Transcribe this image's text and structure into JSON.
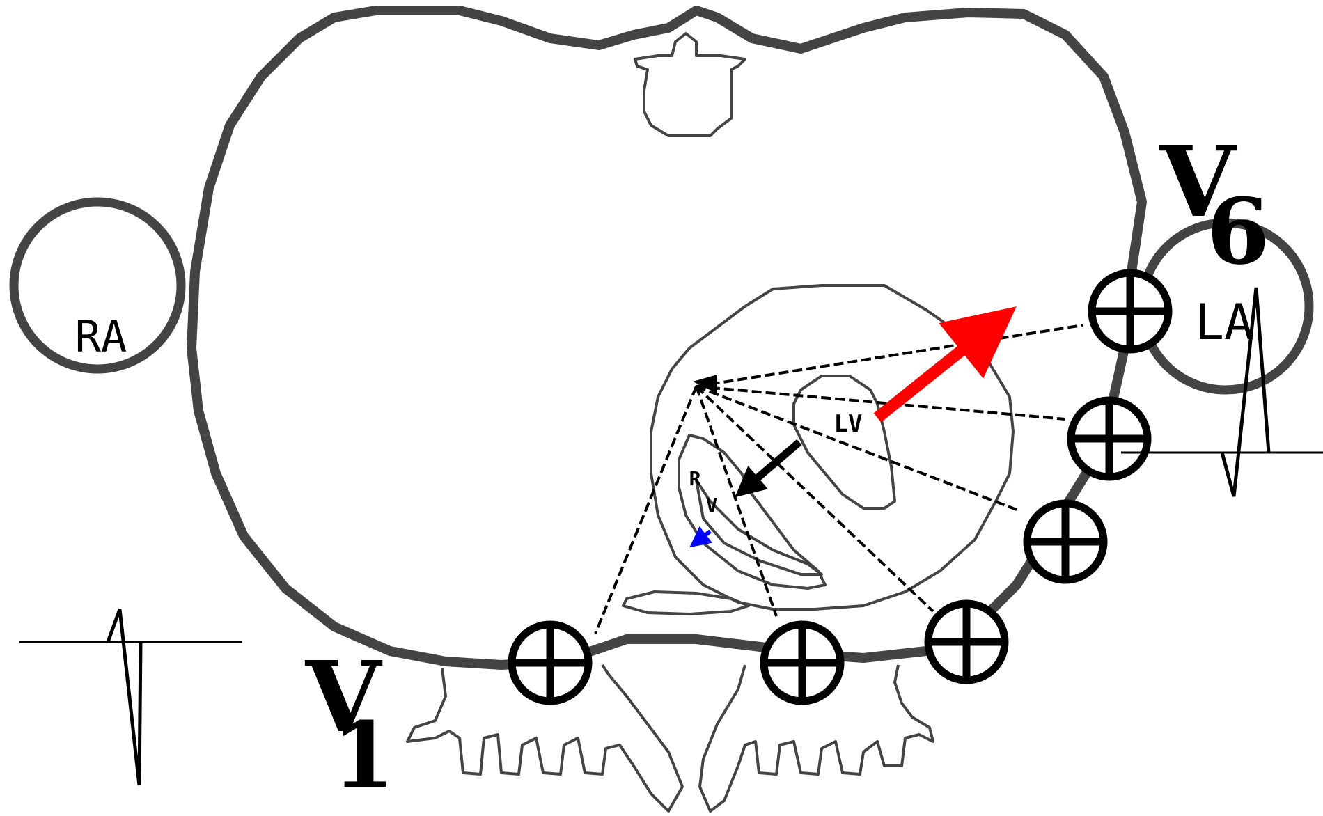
{
  "labels": {
    "right_arm": "RA",
    "left_arm": "LA",
    "left_ventricle": "LV",
    "right_ventricle_r": "R",
    "right_ventricle_v": "V",
    "lead_v1_letter": "V",
    "lead_v1_number": "1",
    "lead_v6_letter": "V",
    "lead_v6_number": "6"
  },
  "electrodes": [
    "V1",
    "V2",
    "V3",
    "V4",
    "V5",
    "V6"
  ],
  "vectors": [
    {
      "name": "left-ventricle-vector",
      "color": "#ff0000"
    },
    {
      "name": "right-ventricle-vector",
      "color": "#000000"
    },
    {
      "name": "septal-vector",
      "color": "#0000ff"
    }
  ],
  "colors": {
    "outline": "#444444",
    "electrode": "#000000",
    "background": "#ffffff"
  }
}
